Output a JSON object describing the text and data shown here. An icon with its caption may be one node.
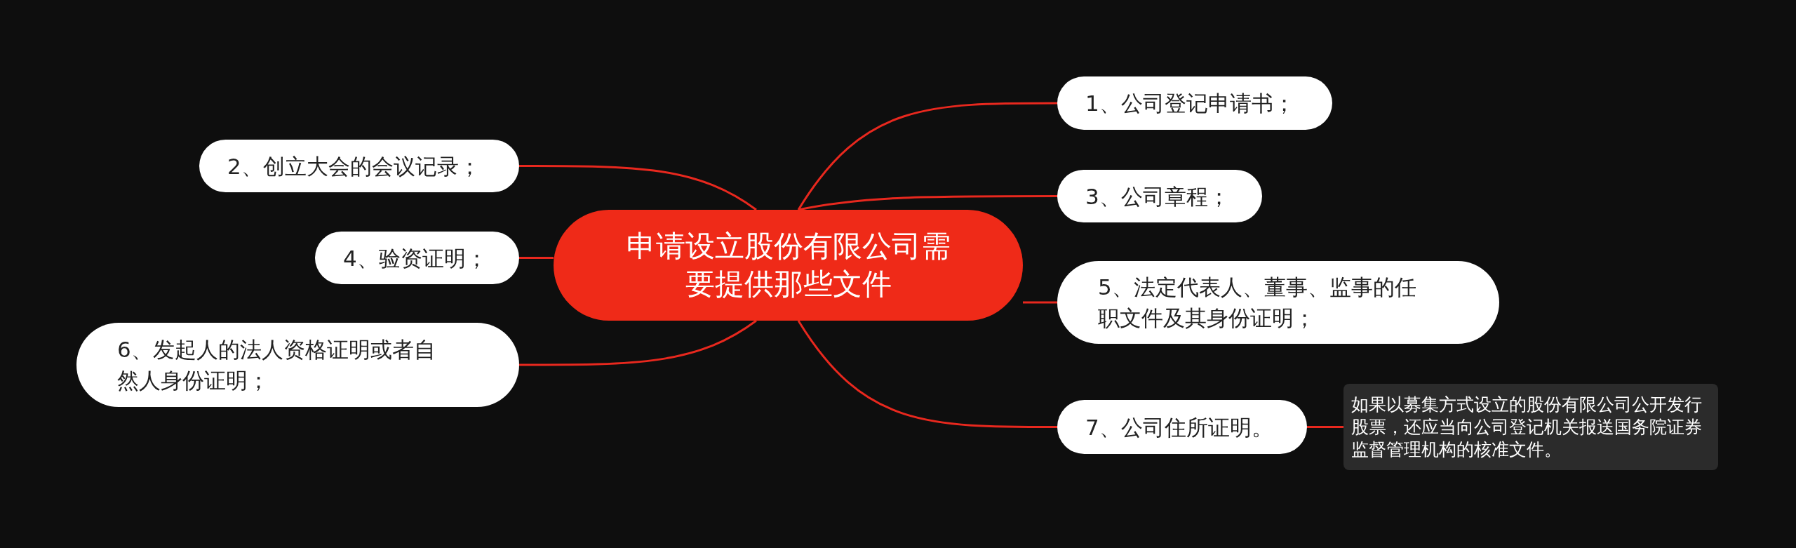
{
  "diagram": {
    "nodes": [
      {
        "text": [
          "申请设立股份有限公司需要提供那些文件"
        ]
      },
      {
        "text": [
          "1、公司登记申请书；"
        ]
      },
      {
        "text": [
          "2、创立大会的会议记录；"
        ]
      },
      {
        "text": [
          "3、公司章程；"
        ]
      },
      {
        "text": [
          "4、验资证明；"
        ]
      },
      {
        "text": [
          "5、法定代表人、董事、监事的任职文件及其身份证明；"
        ]
      },
      {
        "text": [
          "6、发起人的法人资格证明或者自然人身份证明；"
        ]
      },
      {
        "text": [
          "7、公司住所证明。"
        ]
      },
      {
        "text": [
          "如果以募集方式设立的股份有限公司公开发行股票，还应当向公司登记机关报送国务院证券监督管理机构的核准文件。"
        ]
      }
    ],
    "edges": [
      {
        "from": 0,
        "to": 1,
        "arrow": "none"
      },
      {
        "from": 0,
        "to": 2,
        "arrow": "none"
      },
      {
        "from": 0,
        "to": 3,
        "arrow": "none"
      },
      {
        "from": 0,
        "to": 4,
        "arrow": "none"
      },
      {
        "from": 0,
        "to": 5,
        "arrow": "none"
      },
      {
        "from": 0,
        "to": 6,
        "arrow": "none"
      },
      {
        "from": 0,
        "to": 7,
        "arrow": "none"
      },
      {
        "from": 7,
        "to": 8,
        "arrow": "none"
      }
    ]
  }
}
